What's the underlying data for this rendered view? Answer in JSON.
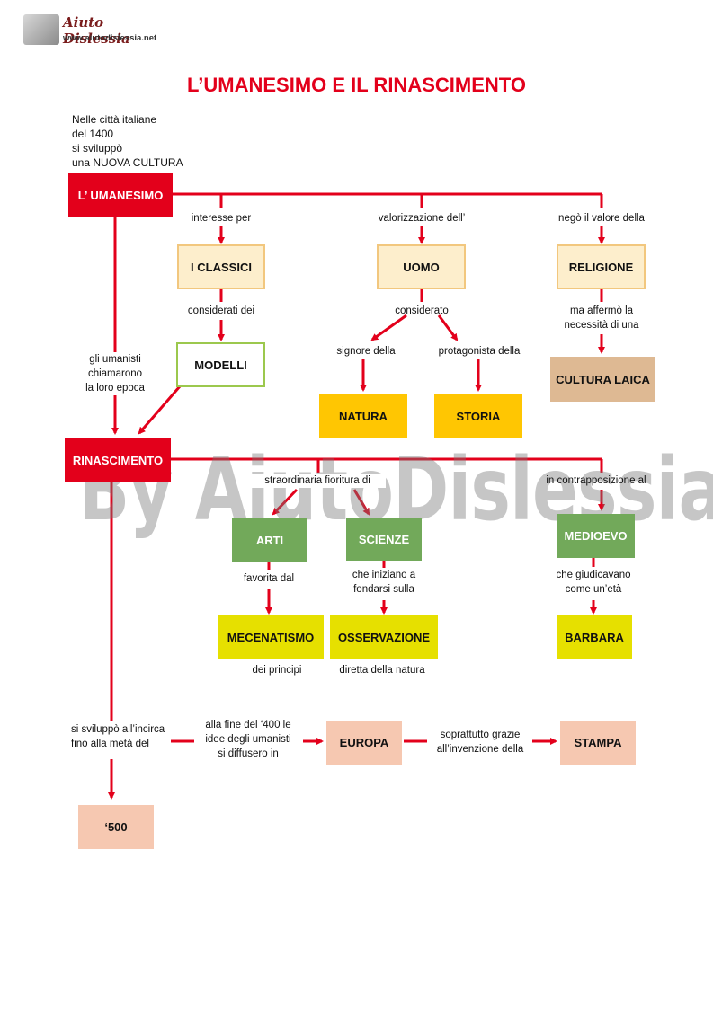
{
  "logo": {
    "name": "Aiuto Dislessia",
    "url": "www.aiutodislessia.net"
  },
  "title": "L’UMANESIMO E IL RINASCIMENTO",
  "watermark": "By AiutoDislessia.net",
  "colors": {
    "red": "#e3001b",
    "cream": "#fdeecc",
    "creamBorder": "#f2c77e",
    "yellow": "#ffc602",
    "green": "#72a95a",
    "lime": "#e6e000",
    "tan": "#deb993",
    "pink": "#f6c8b1"
  },
  "intro": [
    "Nelle città italiane",
    "del 1400",
    "si sviluppò",
    "una NUOVA CULTURA"
  ],
  "boxes": {
    "umanesimo": "L’ UMANESIMO",
    "classici": "I CLASSICI",
    "uomo": "UOMO",
    "religione": "RELIGIONE",
    "modelli": "MODELLI",
    "natura": "NATURA",
    "storia": "STORIA",
    "cultura_laica": "CULTURA LAICA",
    "rinascimento": "RINASCIMENTO",
    "arti": "ARTI",
    "scienze": "SCIENZE",
    "medioevo": "MEDIOEVO",
    "mecenatismo": "MECENATISMO",
    "osservazione": "OSSERVAZIONE",
    "barbara": "BARBARA",
    "europa": "EUROPA",
    "stampa": "STAMPA",
    "cinquecento": "‘500"
  },
  "labels": {
    "interesse": "interesse per",
    "valorizzazione": "valorizzazione dell’",
    "nego": "negò il valore della",
    "considerati": "considerati dei",
    "considerato": "considerato",
    "ma_affermo": [
      "ma affermò la",
      "necessità di una"
    ],
    "signore": "signore della",
    "protagonista": "protagonista della",
    "umanisti": [
      "gli umanisti",
      "chiamarono",
      "la loro epoca"
    ],
    "fioritura": "straordinaria fioritura di",
    "contrapposizione": "in contrapposizione al",
    "favorita": "favorita dal",
    "iniziano": [
      "che iniziano a",
      "fondarsi sulla"
    ],
    "giudicavano": [
      "che giudicavano",
      "come un’età"
    ],
    "principi": "dei principi",
    "diretta": "diretta della natura",
    "sviluppo": [
      "si sviluppò all’incirca",
      "fino alla metà del"
    ],
    "fine400": [
      "alla fine del ‘400 le",
      "idee degli umanisti",
      "si diffusero in"
    ],
    "grazie": [
      "soprattutto grazie",
      "all’invenzione della"
    ]
  }
}
